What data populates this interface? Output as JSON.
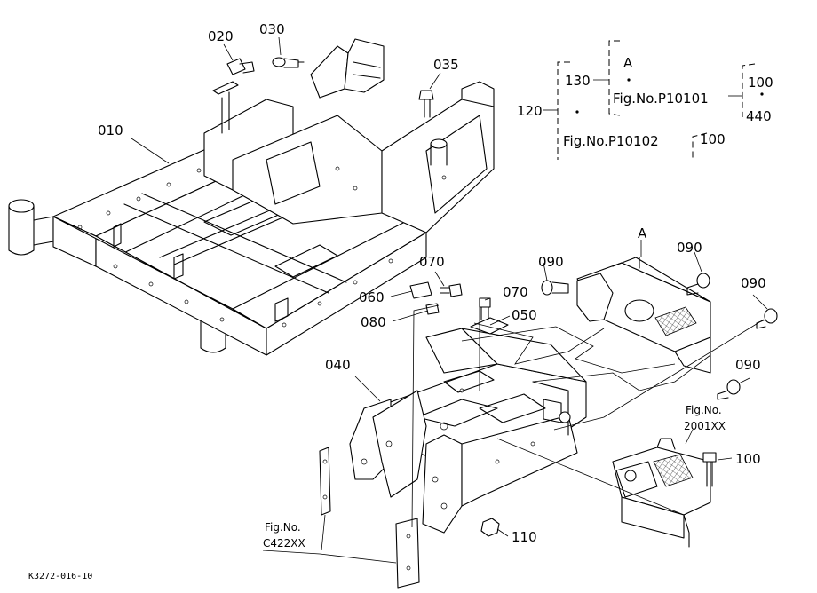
{
  "part_labels": {
    "p010": "010",
    "p020": "020",
    "p030": "030",
    "p035": "035",
    "p040": "040",
    "p050": "050",
    "p060": "060",
    "p070a": "070",
    "p070b": "070",
    "p080": "080",
    "p090a": "090",
    "p090b": "090",
    "p090c": "090",
    "p090d": "090",
    "p100": "100",
    "p110": "110",
    "pA": "A"
  },
  "tree": {
    "n120": "120",
    "n130": "130",
    "nA": "A",
    "fig1": "Fig.No.P10101",
    "fig2": "Fig.No.P10102",
    "n100a": "100",
    "n440": "440",
    "n100b": "100"
  },
  "refs": {
    "fig_no_1": "Fig.No.",
    "fig_code_1": "2001XX",
    "fig_no_2": "Fig.No.",
    "fig_code_2": "C422XX"
  },
  "drawing_code": "K3272-016-10"
}
